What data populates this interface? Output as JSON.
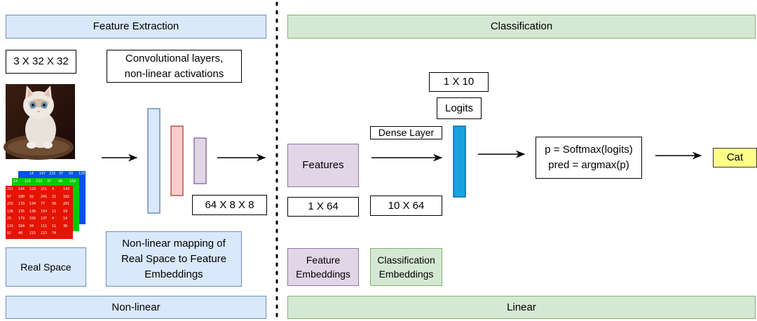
{
  "headers": {
    "feature_extraction": "Feature Extraction",
    "classification": "Classification",
    "non_linear": "Non-linear",
    "linear": "Linear"
  },
  "input_shape": "3 X 32 X 32",
  "conv_note": "Convolutional layers,\nnon-linear activations",
  "feature_map_shape": "64 X 8 X 8",
  "features_label": "Features",
  "features_shape": "1 X 64",
  "dense_layer_label": "Dense Layer",
  "dense_shape": "10 X 64",
  "logits_shape": "1 X 10",
  "logits_label": "Logits",
  "softmax_text": "p = Softmax(logits)\npred = argmax(p)",
  "prediction": "Cat",
  "real_space": "Real Space",
  "mapping_note": "Non-linear mapping of\nReal Space to Feature\nEmbeddings",
  "feature_embeddings": "Feature\nEmbeddings",
  "classification_embeddings": "Classification\nEmbeddings",
  "rgb_grid": {
    "blue_row": [
      "",
      "14",
      "197",
      "233",
      "37",
      "59",
      "129"
    ],
    "green_row": [
      "14",
      "125",
      "233",
      "37",
      "90",
      "158"
    ],
    "red_rows": [
      [
        "251",
        "144",
        "129",
        "251",
        "4",
        "143"
      ],
      [
        "87",
        "180",
        "32",
        "241",
        "21",
        "182"
      ],
      [
        "255",
        "133",
        "134",
        "77",
        "58",
        "201"
      ],
      [
        "136",
        "135",
        "136",
        "159",
        "11",
        "19"
      ],
      [
        "25",
        "179",
        "156",
        "137",
        "4",
        "14"
      ],
      [
        "115",
        "184",
        "34",
        "111",
        "11",
        "38"
      ],
      [
        "82",
        "40",
        "215",
        "213",
        "74",
        ""
      ]
    ]
  },
  "colors": {
    "blue_fill": "#dae8fc",
    "green_fill": "#d5e8d4",
    "purple_fill": "#e1d5e7",
    "red_fill": "#f8cecc",
    "yellow_fill": "#ffff88",
    "logits_bar": "#1ba1e2",
    "grid_red": "#e51400",
    "grid_green": "#00cc00",
    "grid_blue": "#0050ef"
  }
}
